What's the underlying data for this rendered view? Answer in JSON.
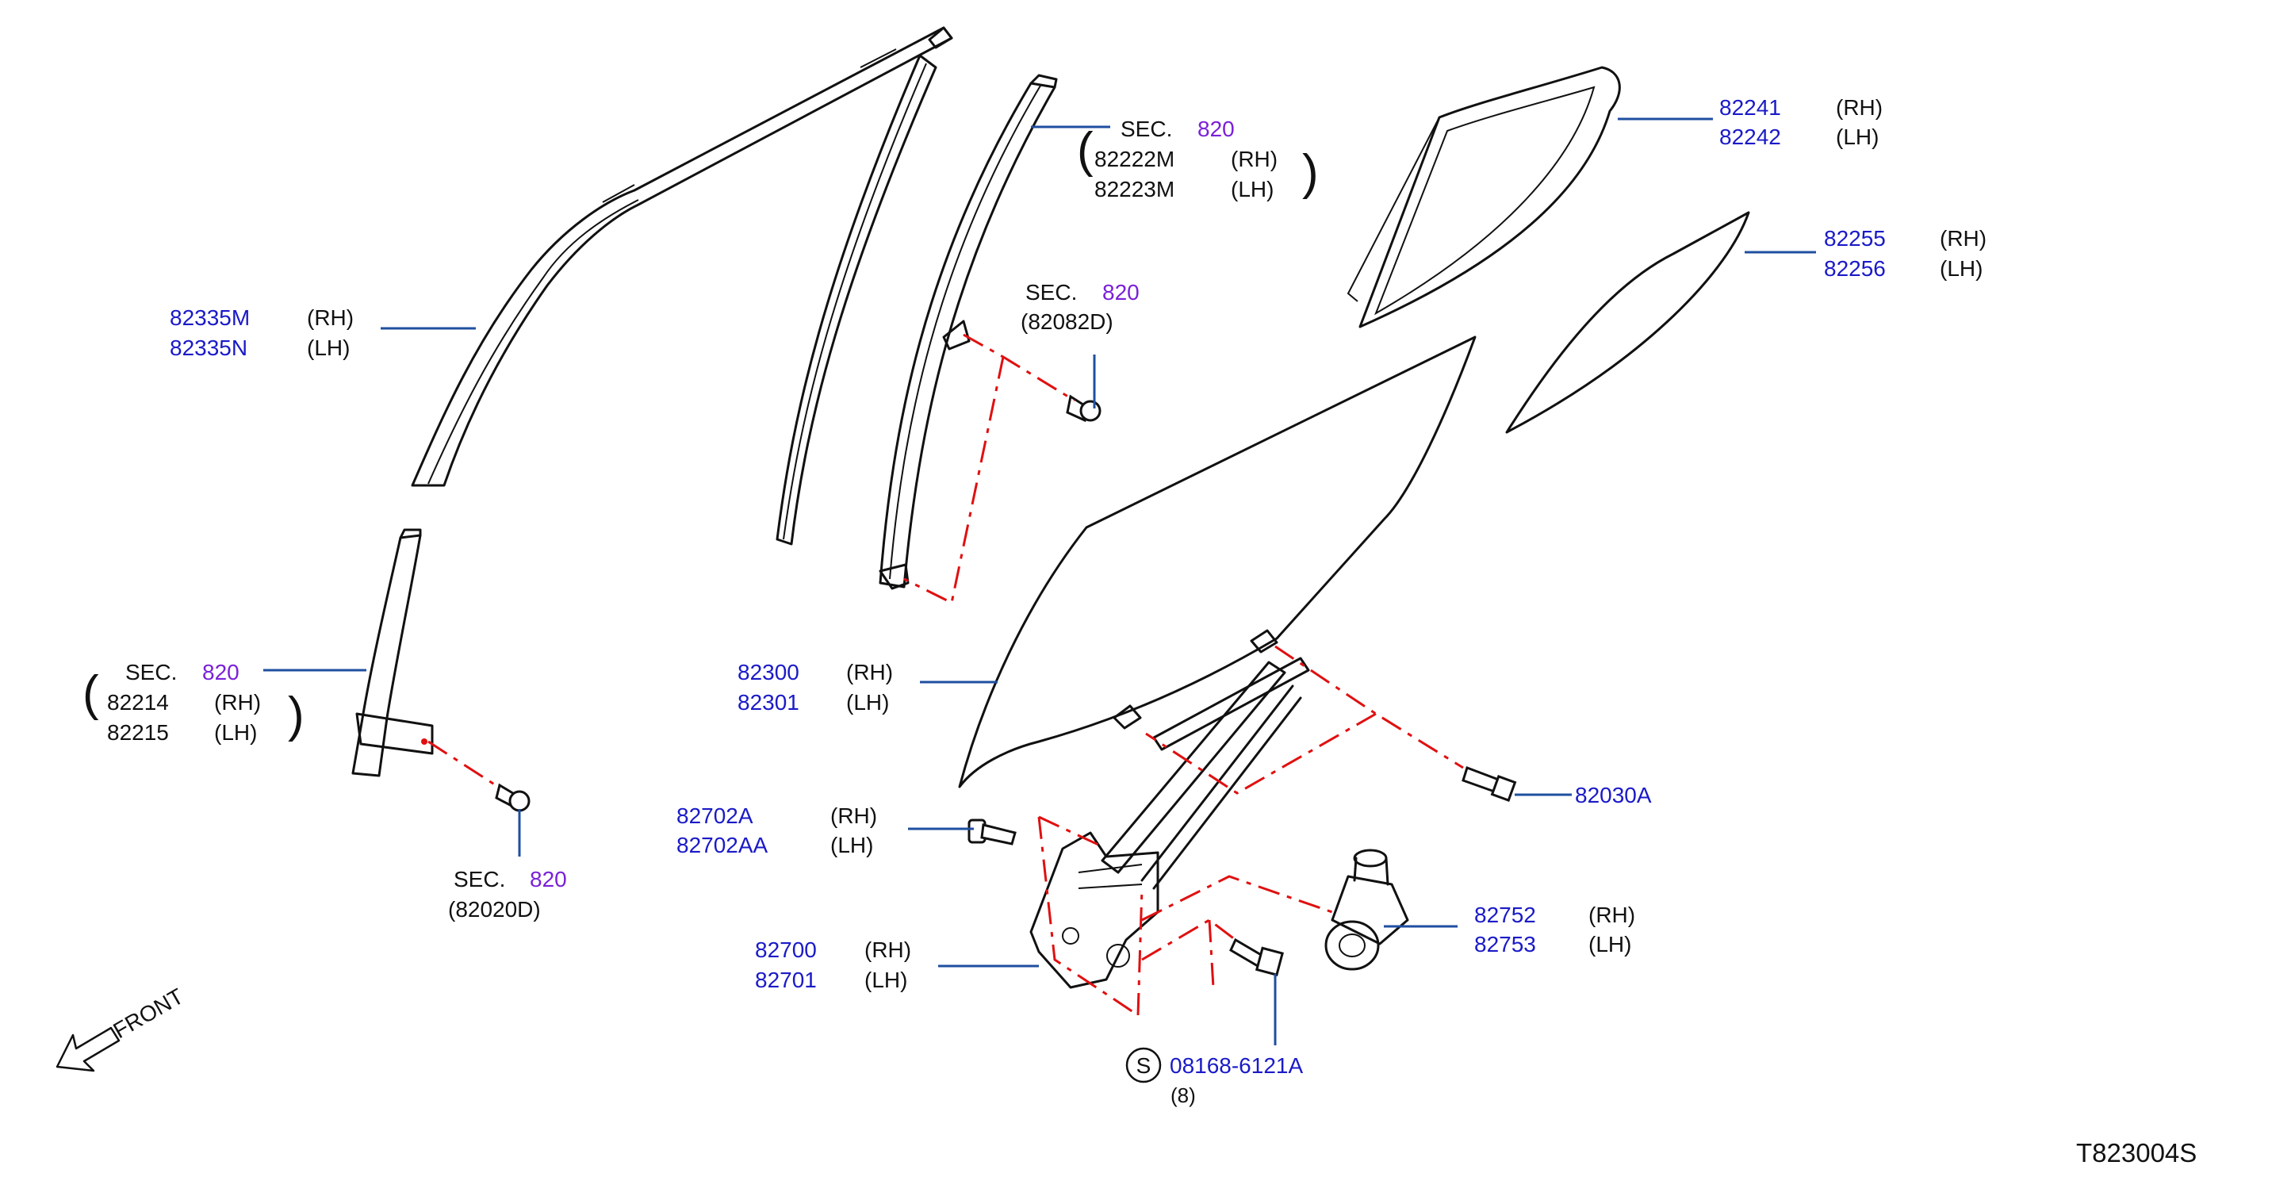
{
  "colors": {
    "part_number": "#1a1ac8",
    "section": "#7a20d8",
    "leader": "#1f4fa0",
    "dash": "#e01010"
  },
  "callouts": {
    "sash_outer": {
      "pn1": "82335M",
      "pn2": "82335N",
      "side1": "(RH)",
      "side2": "(LH)"
    },
    "sash_center": {
      "sec": "SEC.",
      "sec_num": "820",
      "pn1": "82222M",
      "pn2": "82223M",
      "side1": "(RH)",
      "side2": "(LH)"
    },
    "clip_upper": {
      "sec": "SEC.",
      "sec_num": "820",
      "ref": "(82082D)"
    },
    "quarter_frame": {
      "pn1": "82241",
      "pn2": "82242",
      "side1": "(RH)",
      "side2": "(LH)"
    },
    "quarter_glass": {
      "pn1": "82255",
      "pn2": "82256",
      "side1": "(RH)",
      "side2": "(LH)"
    },
    "sash_lower": {
      "sec": "SEC.",
      "sec_num": "820",
      "pn1": "82214",
      "pn2": "82215",
      "side1": "(RH)",
      "side2": "(LH)"
    },
    "clip_lower": {
      "sec": "SEC.",
      "sec_num": "820",
      "ref": "(82020D)"
    },
    "door_glass": {
      "pn1": "82300",
      "pn2": "82301",
      "side1": "(RH)",
      "side2": "(LH)"
    },
    "glass_bolt": {
      "pn": "82030A"
    },
    "regulator_bolt": {
      "pn1": "82702A",
      "pn2": "82702AA",
      "side1": "(RH)",
      "side2": "(LH)"
    },
    "regulator": {
      "pn1": "82700",
      "pn2": "82701",
      "side1": "(RH)",
      "side2": "(LH)"
    },
    "motor": {
      "pn1": "82752",
      "pn2": "82753",
      "side1": "(RH)",
      "side2": "(LH)"
    },
    "std_bolt": {
      "symbol": "S",
      "pn": "08168-6121A",
      "qty": "(8)"
    }
  },
  "front_label": "FRONT",
  "diagram_id": "T823004S"
}
